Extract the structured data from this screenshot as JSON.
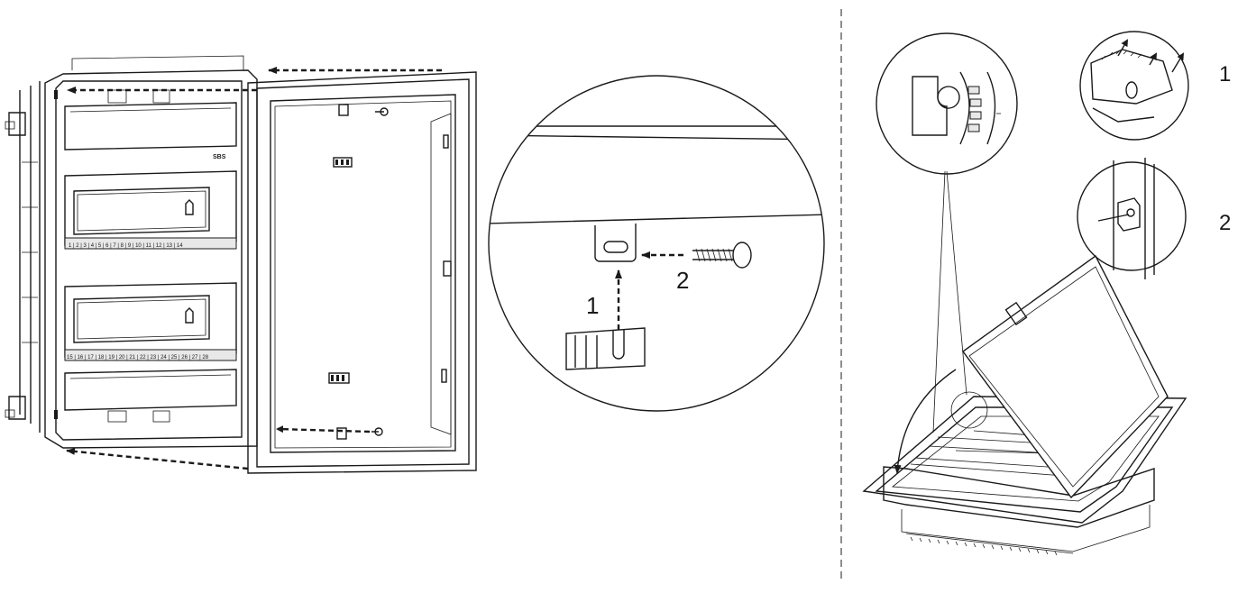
{
  "step_labels": {
    "detail_step_1": "1",
    "detail_step_2": "2",
    "right_step_1": "1",
    "right_step_2": "2"
  }
}
